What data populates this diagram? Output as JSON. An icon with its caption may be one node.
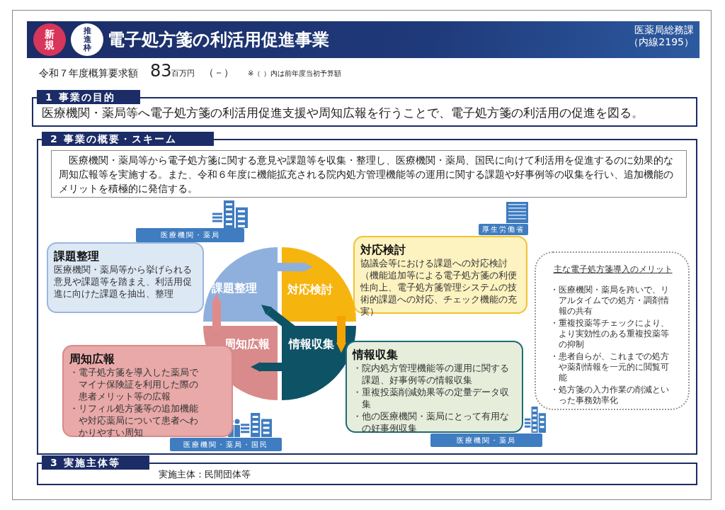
{
  "diagram": {
    "title": "電子処方箋の利活用促進事業",
    "nodes": [
      {
        "text": [
          "新規"
        ]
      },
      {
        "text": [
          "推進枠"
        ]
      },
      {
        "text": [
          "1 事業の目的",
          "医療機関・薬局等へ電子処方箋の利活用促進支援や周知広報を行うことで、電子処方箋の利活用の促進を図る。"
        ]
      },
      {
        "text": [
          "2 事業の概要・スキーム"
        ]
      },
      {
        "text": [
          "医療機関・薬局等から電子処方箋に関する意見や課題等を収集・整理し、医療機関・薬局、国民に向けて利活用を促進するのに効果的な周知広報等を実施する。また、令和６年度に機能拡充される院内処方管理機能等の運用に関する課題や好事例等の収集を行い、追加機能のメリットを積極的に発信する。"
        ],
        "in": 3
      },
      {
        "text": [
          "課題整理",
          "医療機関・薬局等から挙げられる意見や課題等を踏まえ、利活用促進に向けた課題を抽出、整理"
        ],
        "in": 3
      },
      {
        "text": [
          "医療機関・薬局"
        ],
        "in": 3
      },
      {
        "text": [
          "対応検討",
          "協議会等における課題への対応検討（機能追加等による電子処方箋の利便性向上、電子処方箋管理システムの技術的課題への対応、チェック機能の充実）"
        ],
        "in": 3
      },
      {
        "text": [
          "厚生労働省"
        ],
        "in": 3
      },
      {
        "text": [
          "課題整理"
        ],
        "in": 3
      },
      {
        "text": [
          "対応検討"
        ],
        "in": 3
      },
      {
        "text": [
          "周知広報"
        ],
        "in": 3
      },
      {
        "text": [
          "情報収集"
        ],
        "in": 3
      },
      {
        "text": [
          "情報収集",
          "・院内処方管理機能等の運用に関する課題、好事例等の情報収集",
          "・重複投薬削減効果等の定量データ収集",
          "・他の医療機関・薬局にとって有用なの好事例収集"
        ],
        "in": 3
      },
      {
        "text": [
          "医療機関・薬局"
        ],
        "in": 3
      },
      {
        "text": [
          "周知広報",
          "・電子処方箋を導入した薬局でマイナ保険証を利用した際の患者メリット等の広報",
          "・リフィル処方箋等の追加機能や対応薬局について患者へわかりやすい周知"
        ],
        "in": 3
      },
      {
        "text": [
          "医療機関・薬局・国民"
        ],
        "in": 3
      },
      {
        "text": [
          "主な電子処方箋導入のメリット",
          "・医療機関・薬局を跨いで、リアルタイムでの処方・調剤情報の共有",
          "・重複投薬等チェックにより、より実効性のある重複投薬等の抑制",
          "・患者自らが、これまでの処方や薬剤情報を一元的に閲覧可能",
          "・処方箋の入力作業の削減といった事務効率化"
        ],
        "in": 3
      },
      {
        "text": [
          "3 実施主体等",
          "実施主体：民間団体等"
        ]
      }
    ],
    "edges": [
      {
        "from": 9,
        "to": 10,
        "arrow": "to",
        "color": "#8fb0dc"
      },
      {
        "from": 10,
        "to": 12,
        "arrow": "to",
        "color": "#f5a300"
      },
      {
        "from": 12,
        "to": 9,
        "arrow": "to",
        "color": "#0e5266"
      },
      {
        "from": 12,
        "to": 11,
        "arrow": "to",
        "color": "#0e5266"
      },
      {
        "from": 11,
        "to": 9,
        "arrow": "to",
        "color": "#e08b8b"
      }
    ],
    "labels": [
      "医薬局総務課（内線2195）",
      "令和７年度概算要求額",
      "83",
      "百万円",
      "（－）",
      "※（ ）内は前年度当初予算額"
    ]
  }
}
